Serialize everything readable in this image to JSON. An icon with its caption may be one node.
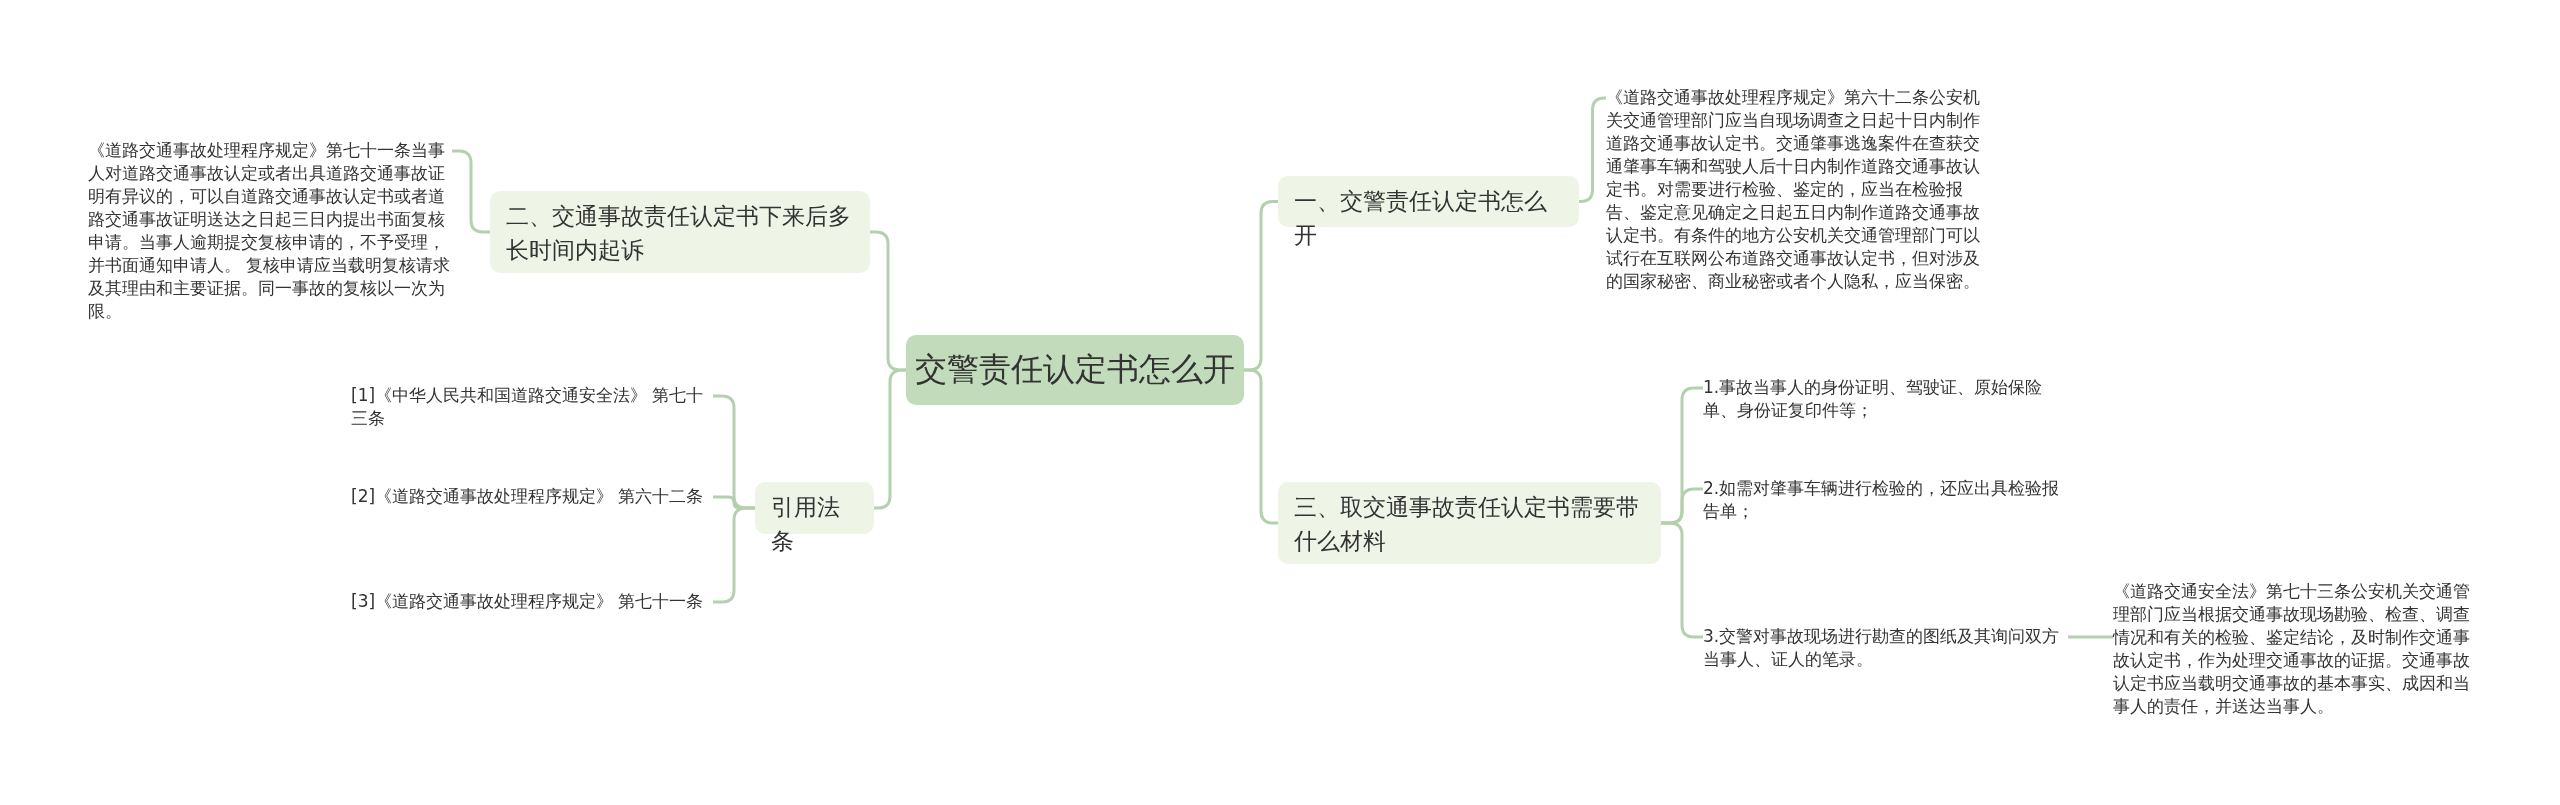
{
  "diagram": {
    "nodes": [
      {
        "text": [
          "交警责任认定书怎么开"
        ]
      },
      {
        "text": [
          "一、交警责任认定书怎么开"
        ]
      },
      {
        "text": [
          "《道路交通事故处理程序规定》第六十二条公安机关交通管理部门应当自现场调查之日起十日内制作道路交通事故认定书。交通肇事逃逸案件在查获交通肇事车辆和驾驶人后十日内制作道路交通事故认定书。对需要进行检验、鉴定的，应当在检验报告、鉴定意见确定之日起五日内制作道路交通事故认定书。有条件的地方公安机关交通管理部门可以试行在互联网公布道路交通事故认定书，但对涉及的国家秘密、商业秘密或者个人隐私，应当保密。"
        ]
      },
      {
        "text": [
          "二、交通事故责任认定书下来后多长时间内起诉"
        ]
      },
      {
        "text": [
          "《道路交通事故处理程序规定》第七十一条当事人对道路交通事故认定或者出具道路交通事故证明有异议的，可以自道路交通事故认定书或者道路交通事故证明送达之日起三日内提出书面复核申请。当事人逾期提交复核申请的，不予受理，并书面通知申请人。 复核申请应当载明复核请求及其理由和主要证据。同一事故的复核以一次为限。"
        ]
      },
      {
        "text": [
          "三、取交通事故责任认定书需要带什么材料"
        ]
      },
      {
        "text": [
          "1.事故当事人的身份证明、驾驶证、原始保险单、身份证复印件等；"
        ]
      },
      {
        "text": [
          "2.如需对肇事车辆进行检验的，还应出具检验报告单；"
        ]
      },
      {
        "text": [
          "3.交警对事故现场进行勘查的图纸及其询问双方当事人、证人的笔录。"
        ]
      },
      {
        "text": [
          "《道路交通安全法》第七十三条公安机关交通管理部门应当根据交通事故现场勘验、检查、调查情况和有关的检验、鉴定结论，及时制作交通事故认定书，作为处理交通事故的证据。交通事故认定书应当载明交通事故的基本事实、成因和当事人的责任，并送达当事人。"
        ]
      },
      {
        "text": [
          "引用法条"
        ]
      },
      {
        "text": [
          "[1]《中华人民共和国道路交通安全法》 第七十三条"
        ]
      },
      {
        "text": [
          "[2]《道路交通事故处理程序规定》 第六十二条"
        ]
      },
      {
        "text": [
          "[3]《道路交通事故处理程序规定》 第七十一条"
        ]
      }
    ],
    "edges": [
      {
        "from": 0,
        "to": 1,
        "arrow": "none"
      },
      {
        "from": 0,
        "to": 5,
        "arrow": "none"
      },
      {
        "from": 0,
        "to": 3,
        "arrow": "none"
      },
      {
        "from": 0,
        "to": 10,
        "arrow": "none"
      },
      {
        "from": 1,
        "to": 2,
        "arrow": "none"
      },
      {
        "from": 3,
        "to": 4,
        "arrow": "none"
      },
      {
        "from": 5,
        "to": 6,
        "arrow": "none"
      },
      {
        "from": 5,
        "to": 7,
        "arrow": "none"
      },
      {
        "from": 5,
        "to": 8,
        "arrow": "none"
      },
      {
        "from": 8,
        "to": 9,
        "arrow": "none"
      },
      {
        "from": 10,
        "to": 11,
        "arrow": "none"
      },
      {
        "from": 10,
        "to": 12,
        "arrow": "none"
      },
      {
        "from": 10,
        "to": 13,
        "arrow": "none"
      }
    ]
  }
}
